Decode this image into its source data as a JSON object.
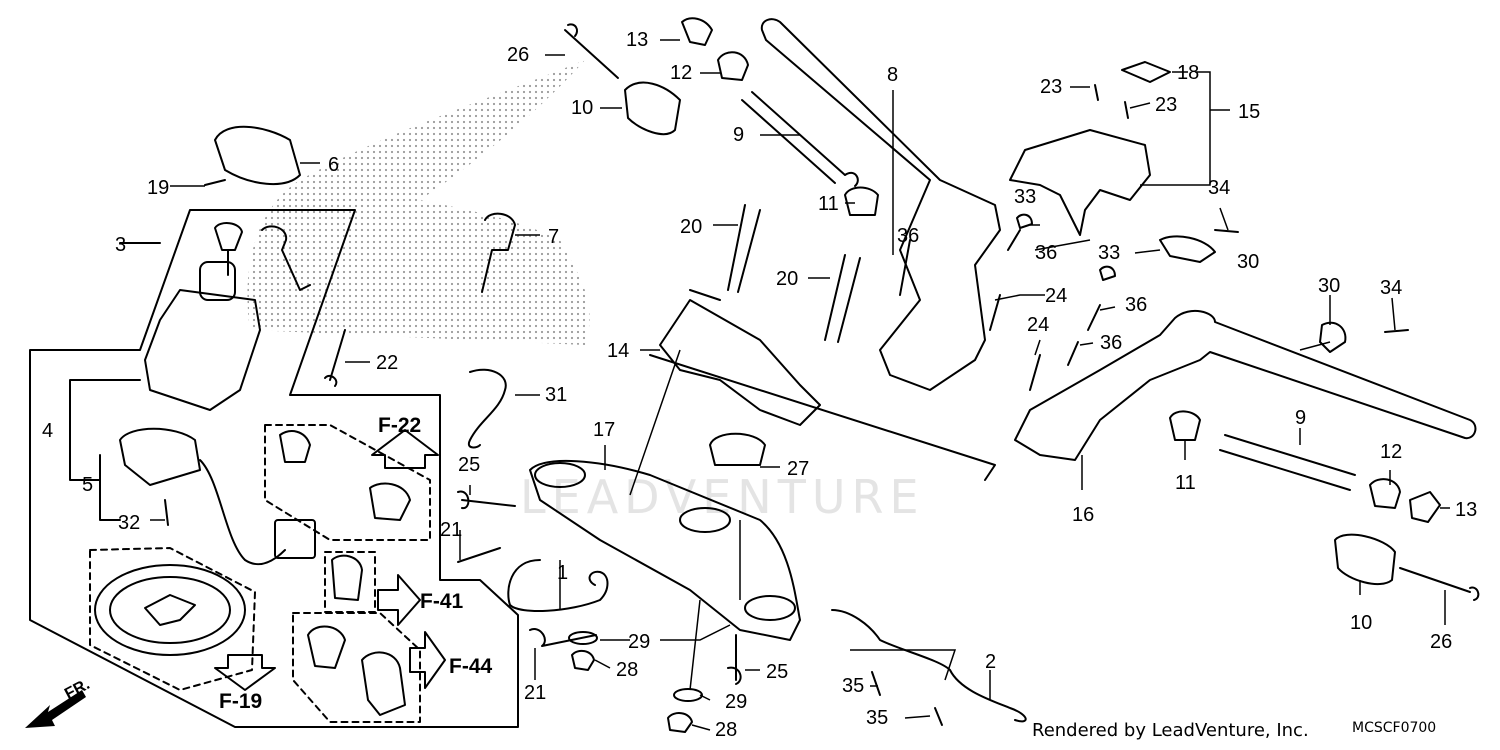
{
  "diagram": {
    "watermark": "LEADVENTURE",
    "credit": "Rendered by LeadVenture, Inc.",
    "diagram_code": "MCSCF0700",
    "direction_label": "FR.",
    "references": [
      "F-22",
      "F-41",
      "F-44",
      "F-19"
    ],
    "callouts": [
      "1",
      "2",
      "3",
      "4",
      "5",
      "6",
      "7",
      "8",
      "9",
      "9",
      "10",
      "10",
      "11",
      "11",
      "12",
      "12",
      "13",
      "13",
      "14",
      "15",
      "16",
      "17",
      "18",
      "19",
      "20",
      "20",
      "21",
      "21",
      "22",
      "23",
      "23",
      "24",
      "24",
      "25",
      "25",
      "26",
      "26",
      "27",
      "28",
      "28",
      "29",
      "29",
      "30",
      "30",
      "31",
      "32",
      "33",
      "33",
      "34",
      "34",
      "35",
      "35",
      "36",
      "36",
      "36",
      "36"
    ]
  }
}
